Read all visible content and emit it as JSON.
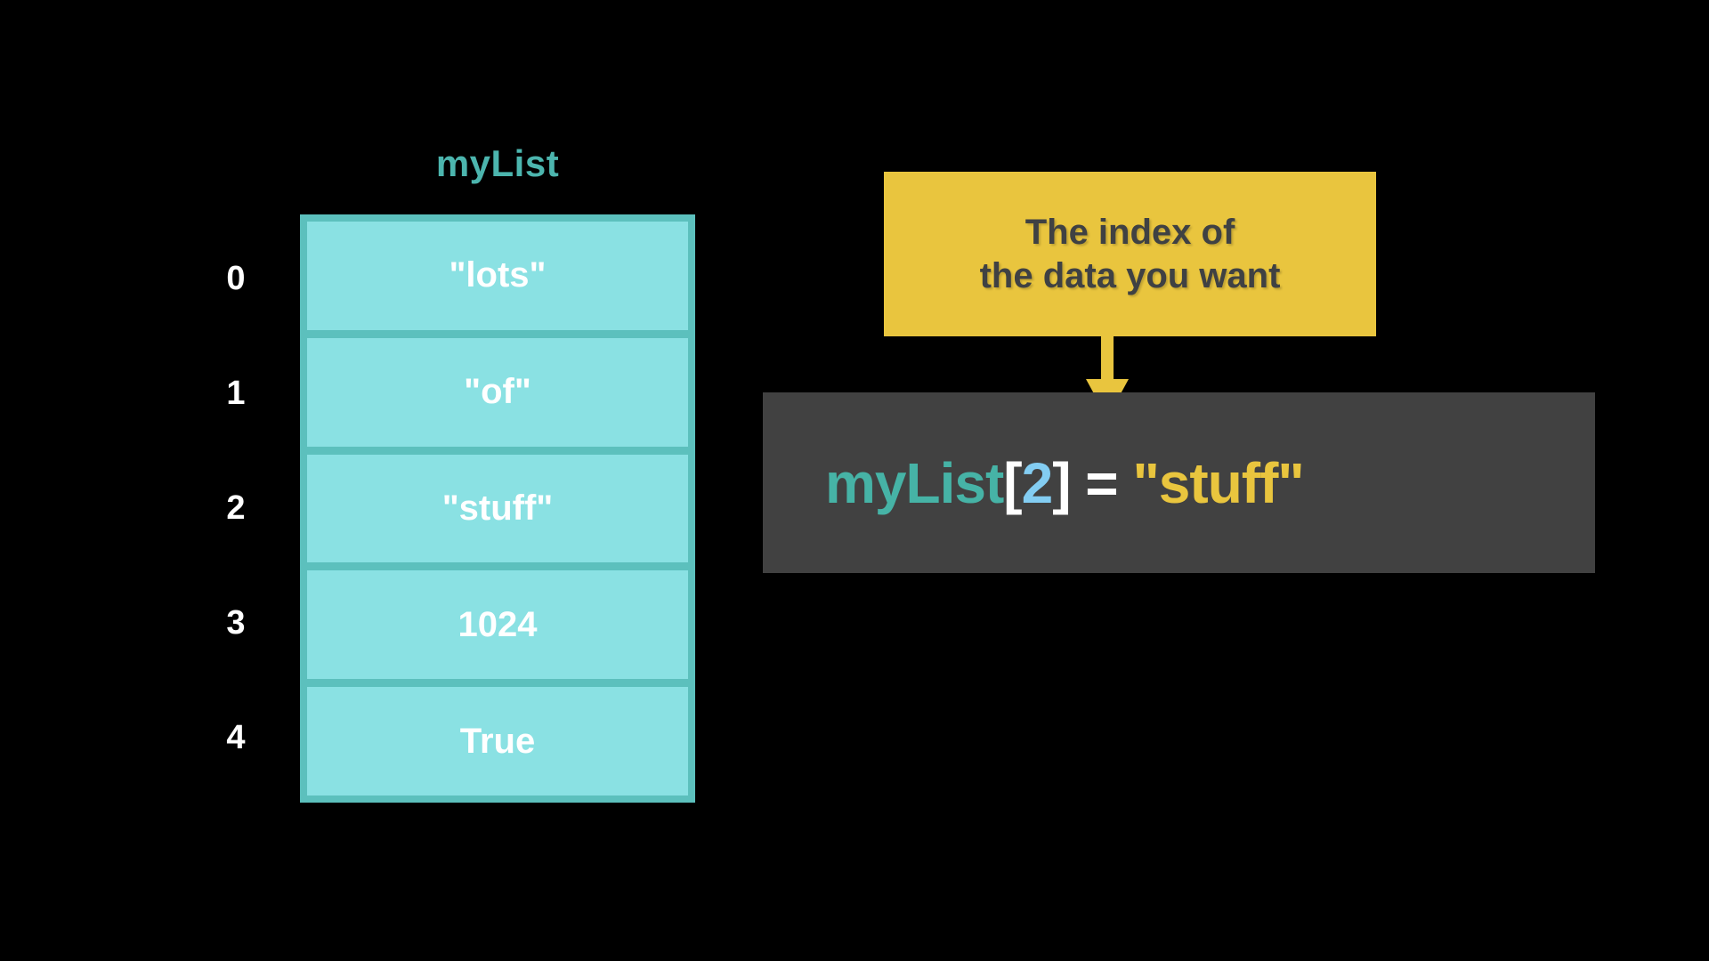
{
  "canvas": {
    "background": "#000000"
  },
  "list": {
    "title": "myList",
    "title_color": "#4cb5ae",
    "border_color": "#5cc0bd",
    "cell_color": "#8ae1e3",
    "text_color": "#ffffff",
    "indices": [
      "0",
      "1",
      "2",
      "3",
      "4"
    ],
    "items": [
      {
        "index": "0",
        "value": "\"lots\""
      },
      {
        "index": "1",
        "value": "\"of\""
      },
      {
        "index": "2",
        "value": "\"stuff\""
      },
      {
        "index": "3",
        "value": "1024"
      },
      {
        "index": "4",
        "value": "True"
      }
    ]
  },
  "callout": {
    "background": "#e9c53e",
    "text_color": "#3f4143",
    "line1": "The index of",
    "line2": "the data you want",
    "arrow": {
      "direction": "down",
      "color": "#e9c53e"
    }
  },
  "code": {
    "background": "#414141",
    "tokens": {
      "variable": "myList",
      "bracket_open": "[",
      "index": "2",
      "bracket_close": "]",
      "equals": " = ",
      "string": "\"stuff\""
    },
    "full_text": "myList[2] = \"stuff\"",
    "colors": {
      "variable": "#46b3a6",
      "bracket": "#ffffff",
      "index": "#83cdf2",
      "equals": "#ffffff",
      "string": "#e9c53e"
    }
  }
}
